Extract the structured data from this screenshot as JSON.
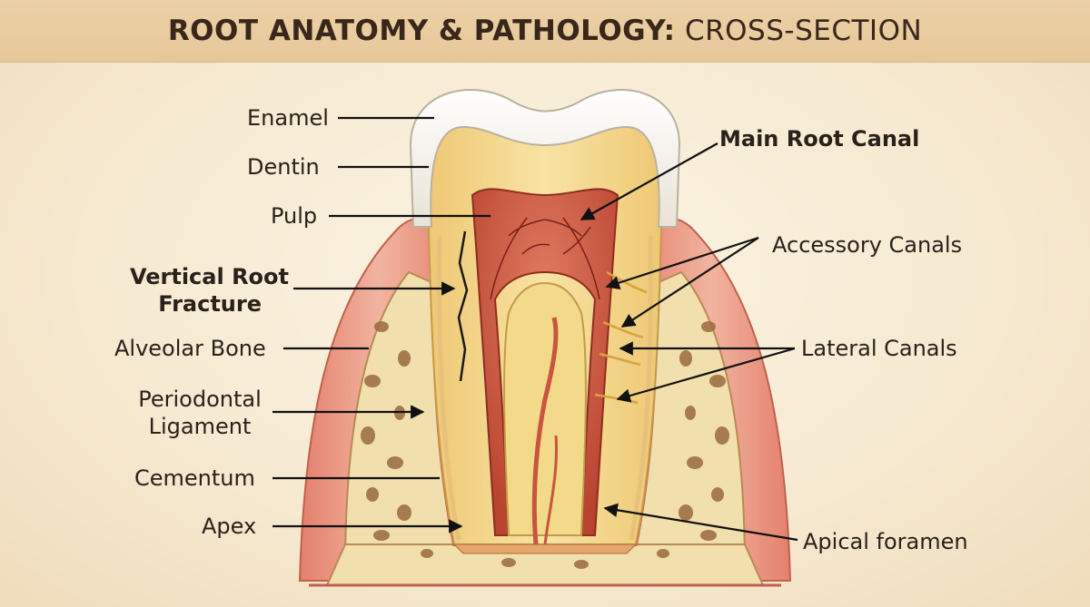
{
  "title": {
    "bold": "ROOT ANATOMY & PATHOLOGY:",
    "light": "CROSS-SECTION"
  },
  "labels": {
    "enamel": "Enamel",
    "dentin": "Dentin",
    "pulp": "Pulp",
    "vertical_root_fracture_line1": "Vertical Root",
    "vertical_root_fracture_line2": "Fracture",
    "alveolar_bone": "Alveolar Bone",
    "periodontal_ligament_line1": "Periodontal",
    "periodontal_ligament_line2": "Ligament",
    "cementum": "Cementum",
    "apex": "Apex",
    "main_root_canal": "Main Root Canal",
    "accessory_canals": "Accessory Canals",
    "lateral_canals": "Lateral Canals",
    "apical_foramen": "Apical foramen"
  },
  "colors": {
    "enamel": "#f7f4ee",
    "dentin": "#f3d98a",
    "pulp": "#c9543f",
    "gum": "#e89a86",
    "bone": "#f1dfae",
    "bone_pore": "#9a6a3e",
    "title_bar": "#e8cb9e"
  }
}
